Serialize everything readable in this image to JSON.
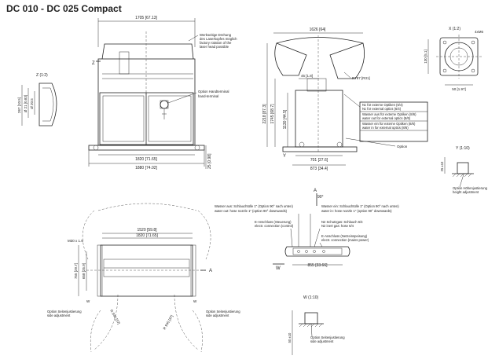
{
  "title": "DC 010 - DC 025 Compact",
  "front": {
    "width_top": "1705 [67.13]",
    "width_inner": "1820 [71.65]",
    "width_outer": "1880 [74.02]",
    "foot_height": "25 [0.98]",
    "z_marker": "Z",
    "note_rotation_de": "Werkseitige Drehung",
    "note_rotation_de2": "des Laserkopfes möglich",
    "note_rotation_en": "factory rotation of the",
    "note_rotation_en2": "laser head possible",
    "note_hand_de": "Option Handterminal",
    "note_hand_en": "hand-terminal"
  },
  "side": {
    "width_top": "1626 [64]",
    "inner_dim": "45 [1.8]",
    "radius": "R787 [R31]",
    "height_total": "2218 [87.3]",
    "height_mid": "1745 [68.7]",
    "height_low": "1130 [44.5]",
    "depth_1": "701 [27.6]",
    "depth_2": "873 [34.4]",
    "y_marker": "Y",
    "option": "Option",
    "conn_1a": "Nc für externe Optiken (6/4)",
    "conn_1b": "Nc for external optics (6/4)",
    "conn_2a": "Wasser aus für externe Optiken (8/6)",
    "conn_2b": "water out for external optics (8/6)",
    "conn_3a": "Wasser ein für externe Optiken (8/6)",
    "conn_3b": "water in for external optics (8/6)",
    "conn_4a": "",
    "conn_4b": ""
  },
  "detail_z": {
    "title": "Z (1:2)",
    "dim_1": "267 [10.5]",
    "dim_2": "Ø 21 [0.83]",
    "dim_3": "Ø 20.5"
  },
  "detail_x": {
    "title": "X (1:2)",
    "thread": "4xM6",
    "height": "130 [5.1]",
    "width": "50 [1.97]"
  },
  "detail_y": {
    "title": "Y (1:10)",
    "dim": "25 ±10",
    "note_de": "Option Höhenjustierung",
    "note_en": "height adjustment"
  },
  "top": {
    "width_1": "1520 [59.8]",
    "width_2": "1820 [71.65]",
    "thread": "M30 x 1.5",
    "depth_1": "755 [29.7]",
    "depth_2": "658 [25.9]",
    "a_marker": "A",
    "w_left": "W",
    "w_right": "W",
    "radius_left": "R 940 [37]",
    "radius_right": "R 940 [37]",
    "option_de": "Option Seitenjustierung",
    "option_en": "side adjustment"
  },
  "view_a": {
    "title": "A",
    "angle": "90°",
    "note_1a": "Wasser aus: Schlauchtülle 1\" (Option 90° nach unten)",
    "note_1b": "water out: hose nozzle 1\" (option 90° downwards)",
    "note_2a": "Wasser ein: Schlauchtülle 1\" (Option 90° nach unten)",
    "note_2b": "water in: hose nozzle 1\" (option 90° downwards)",
    "note_3a": "E-Anschluss (Steuerung)",
    "note_3b": "electr. connection (control)",
    "note_4a": "N2 Schutzgas: Schlauch 6/4",
    "note_4b": "N2 inert gas: hose 6/4",
    "note_5a": "E-Anschluss (Netzeinspeisung)",
    "note_5b": "electr. connection (mains power)",
    "w_marker": "W",
    "width": "855 [33.66]"
  },
  "detail_w": {
    "title": "W (1:10)",
    "dim": "50 ±10",
    "note_de": "Option Seitenjustierung",
    "note_en": "side adjustment"
  }
}
